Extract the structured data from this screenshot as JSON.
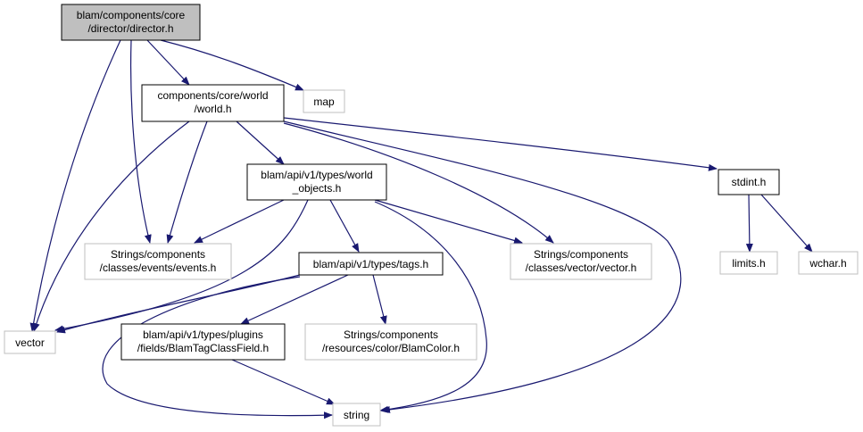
{
  "colors": {
    "edge": "#191970",
    "root_fill": "#bfbfbf",
    "external_border": "#bfbfbf",
    "documented_border": "#000000"
  },
  "nodes": {
    "director": {
      "lines": [
        "blam/components/core",
        "/director/director.h"
      ],
      "kind": "root"
    },
    "world": {
      "lines": [
        "components/core/world",
        "/world.h"
      ],
      "kind": "documented"
    },
    "map": {
      "lines": [
        "map"
      ],
      "kind": "external"
    },
    "world_objects": {
      "lines": [
        "blam/api/v1/types/world",
        "_objects.h"
      ],
      "kind": "documented"
    },
    "stdint": {
      "lines": [
        "stdint.h"
      ],
      "kind": "documented"
    },
    "events": {
      "lines": [
        "Strings/components",
        "/classes/events/events.h"
      ],
      "kind": "external"
    },
    "tags": {
      "lines": [
        "blam/api/v1/types/tags.h"
      ],
      "kind": "documented"
    },
    "vectorh": {
      "lines": [
        "Strings/components",
        "/classes/vector/vector.h"
      ],
      "kind": "external"
    },
    "limits": {
      "lines": [
        "limits.h"
      ],
      "kind": "external"
    },
    "wchar": {
      "lines": [
        "wchar.h"
      ],
      "kind": "external"
    },
    "vector": {
      "lines": [
        "vector"
      ],
      "kind": "external"
    },
    "blamtagfield": {
      "lines": [
        "blam/api/v1/types/plugins",
        "/fields/BlamTagClassField.h"
      ],
      "kind": "documented"
    },
    "blamcolor": {
      "lines": [
        "Strings/components",
        "/resources/color/BlamColor.h"
      ],
      "kind": "external"
    },
    "string": {
      "lines": [
        "string"
      ],
      "kind": "external"
    }
  }
}
